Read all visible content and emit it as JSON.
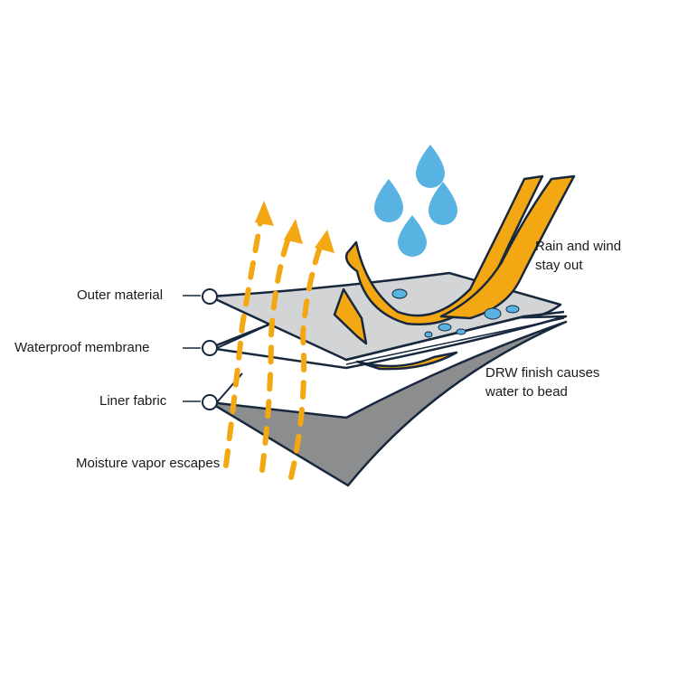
{
  "labels": {
    "outer_material": "Outer material",
    "waterproof_membrane": "Waterproof membrane",
    "liner_fabric": "Liner fabric",
    "moisture_vapor": "Moisture vapor escapes",
    "rain_wind_line1": "Rain and wind",
    "rain_wind_line2": "stay out",
    "drw_line1": "DRW finish causes",
    "drw_line2": "water to bead"
  },
  "colors": {
    "outline": "#17283d",
    "outer": "#d3d4d6",
    "liner": "#8c8d8f",
    "orange": "#f3a712",
    "water": "#58b3e3"
  }
}
